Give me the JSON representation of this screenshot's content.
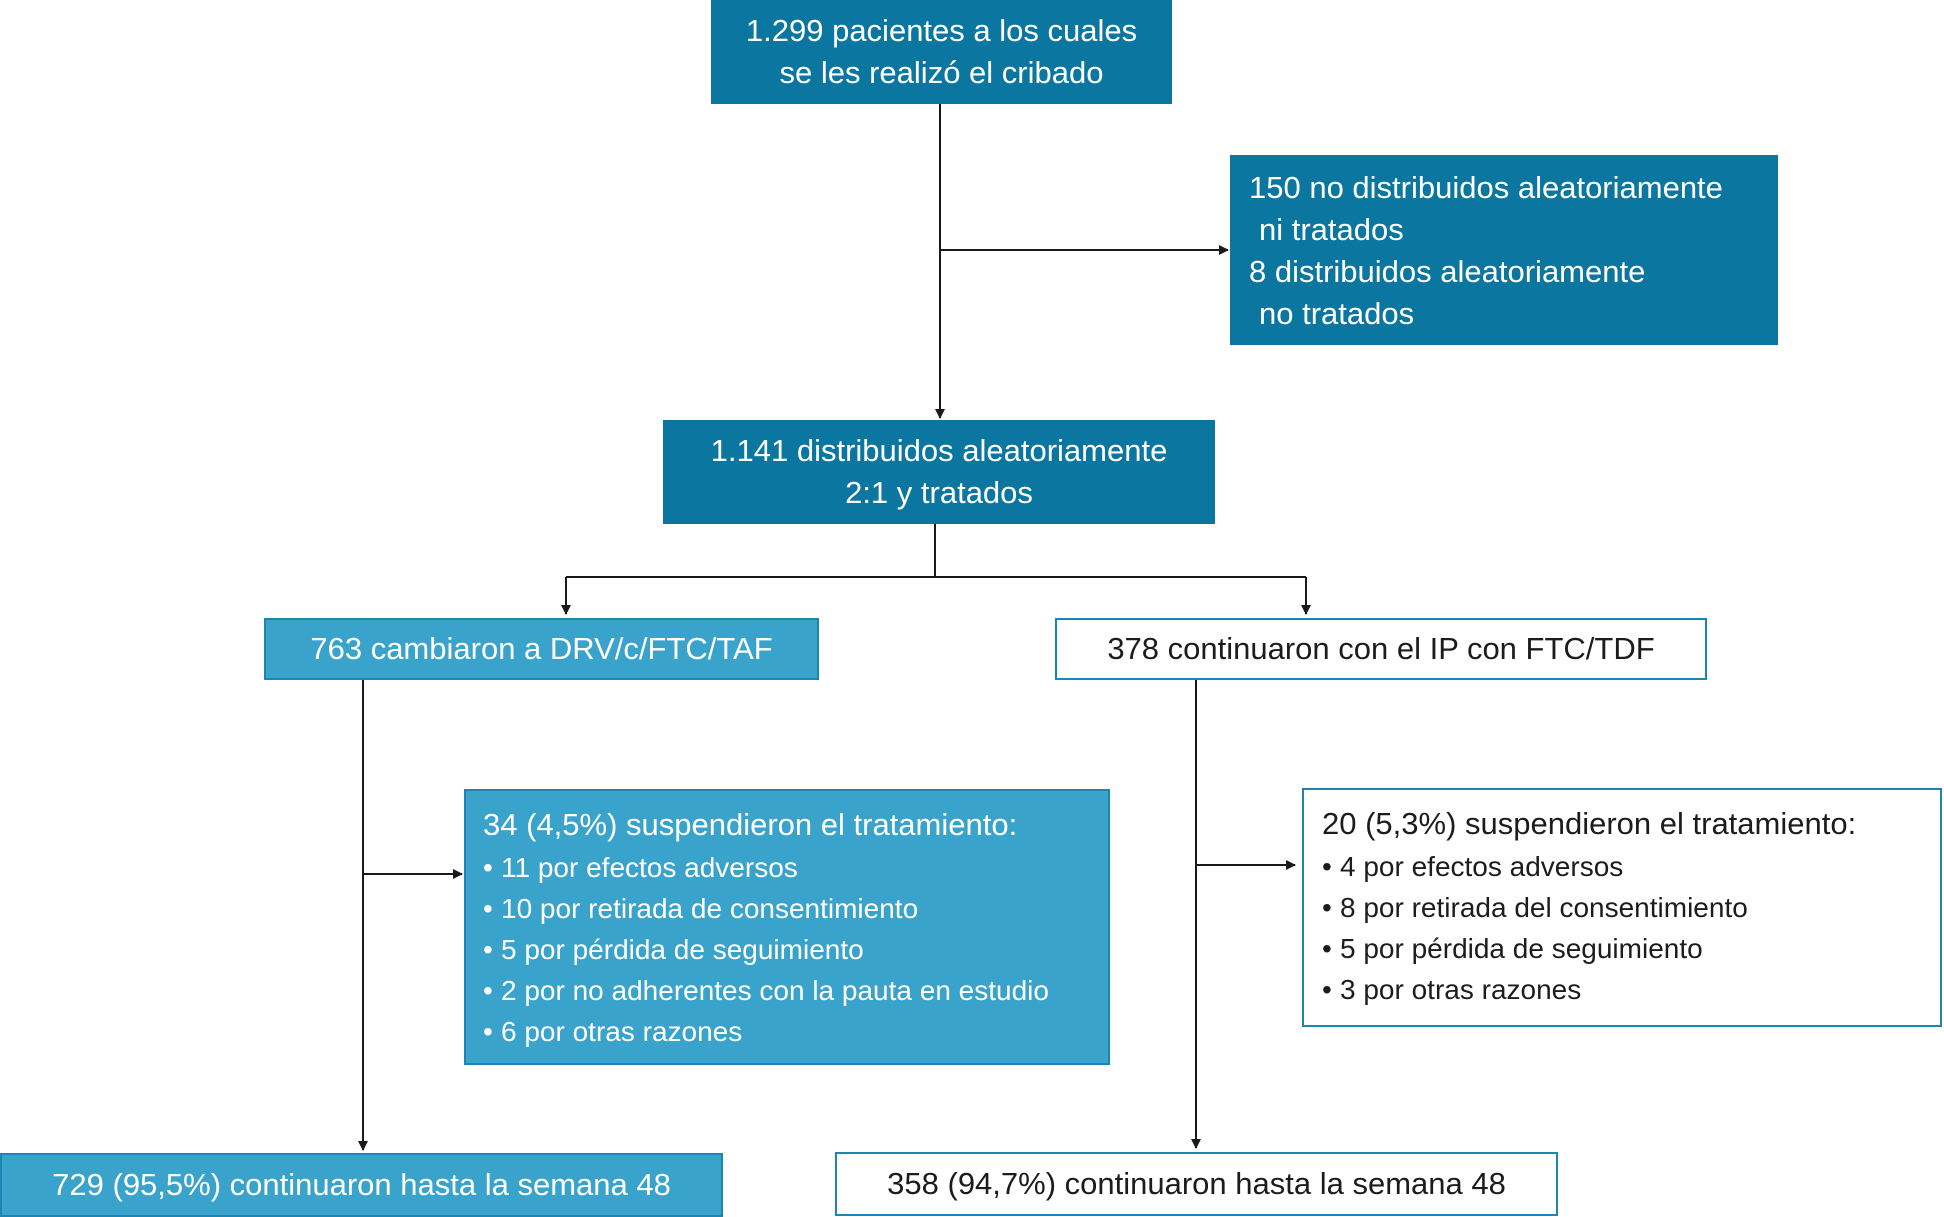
{
  "screened": {
    "line1": "1.299 pacientes a los cuales",
    "line2": "se les realizó el cribado"
  },
  "excluded": {
    "line1": "150 no distribuidos aleatoriamente",
    "line2": "ni tratados",
    "line3": "8 distribuidos aleatoriamente",
    "line4": "no tratados"
  },
  "randomized": {
    "line1": "1.141 distribuidos aleatoriamente",
    "line2": "2:1 y tratados"
  },
  "switch_arm": {
    "label": "763 cambiaron a DRV/c/FTC/TAF",
    "discontinued": {
      "header": "34 (4,5%) suspendieron el tratamiento:",
      "reasons": [
        "11 por efectos adversos",
        "10 por retirada de consentimiento",
        "5 por pérdida de seguimiento",
        "2 por no adherentes con la pauta en estudio",
        "6 por otras razones"
      ]
    },
    "completed": "729 (95,5%) continuaron hasta la semana 48"
  },
  "continue_arm": {
    "label": "378 continuaron con el IP con FTC/TDF",
    "discontinued": {
      "header": "20 (5,3%) suspendieron el tratamiento:",
      "reasons": [
        "4 por efectos adversos",
        "8 por retirada del consentimiento",
        "5 por pérdida de seguimiento",
        "3 por otras razones"
      ]
    },
    "completed": "358 (94,7%) continuaron hasta la semana 48"
  },
  "bullet_char": "•",
  "colors": {
    "dark_box": "#0b76a0",
    "mid_box": "#3aa3cb",
    "border": "#1b86b3",
    "connector": "#1a1a1a"
  }
}
